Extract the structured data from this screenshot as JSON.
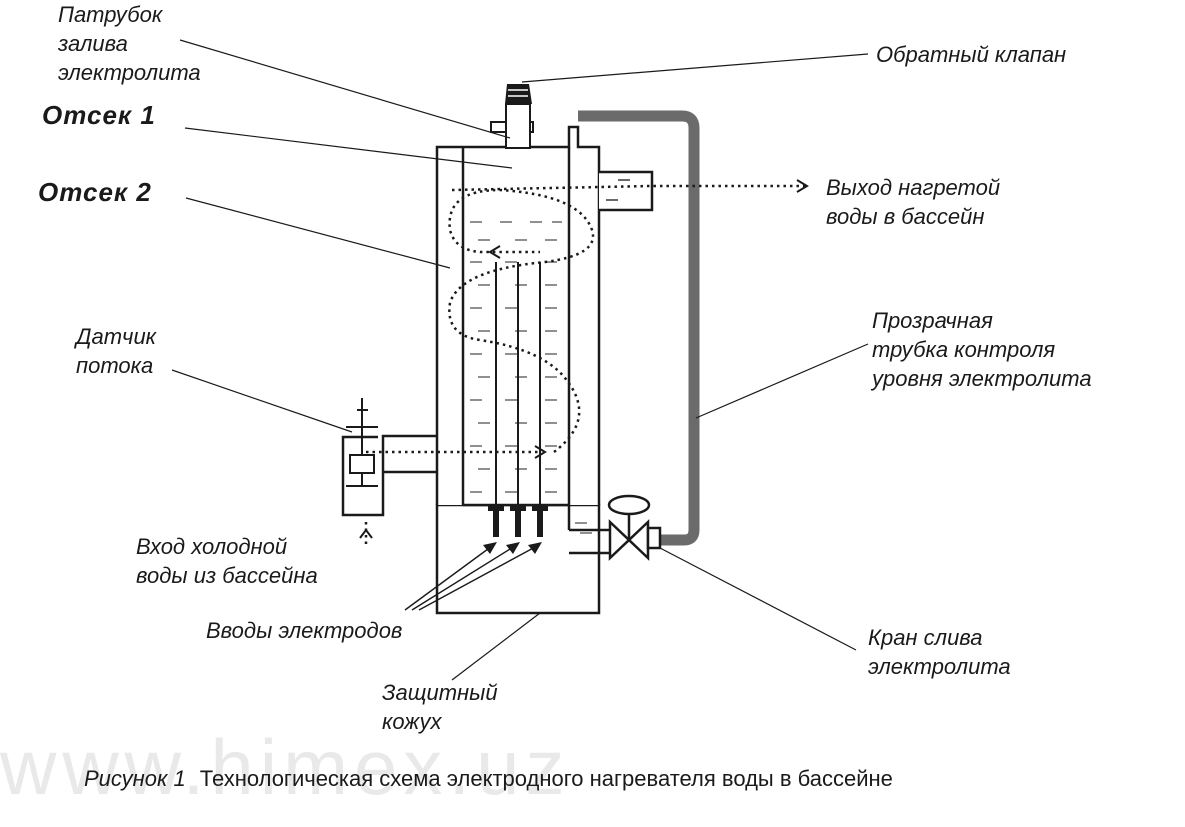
{
  "watermark": "www.himex.uz",
  "caption": {
    "number": "Рисунок 1",
    "text": "Технологическая схема электродного нагревателя воды в бассейне"
  },
  "labels": {
    "fill_pipe": [
      "Патрубок",
      "залива",
      "электролита"
    ],
    "check_valve": [
      "Обратный клапан"
    ],
    "compartment_1": [
      "Отсек 1"
    ],
    "compartment_2": [
      "Отсек 2"
    ],
    "hot_water_out": [
      "Выход нагретой",
      "воды в бассейн"
    ],
    "level_tube": [
      "Прозрачная",
      "трубка контроля",
      "уровня электролита"
    ],
    "flow_sensor": [
      "Датчик",
      "потока"
    ],
    "cold_water_in": [
      "Вход холодной",
      "воды из бассейна"
    ],
    "electrode_inputs": [
      "Вводы электродов"
    ],
    "drain_valve": [
      "Кран слива",
      "электролита"
    ],
    "casing": [
      "Защитный",
      "кожух"
    ]
  }
}
